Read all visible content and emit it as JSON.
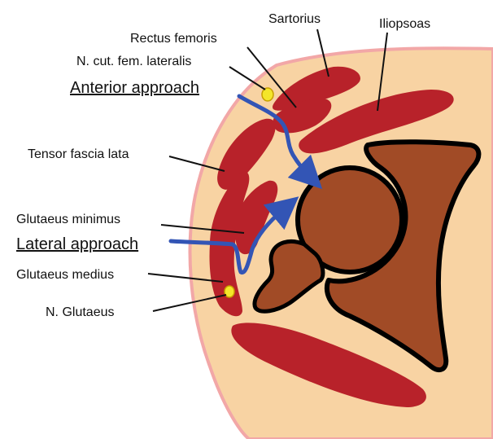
{
  "labels": {
    "sartorius": "Sartorius",
    "rectus_femoris": "Rectus femoris",
    "iliopsoas": "Iliopsoas",
    "n_cut_fem_lateralis": "N. cut. fem. lateralis",
    "anterior_approach": "Anterior approach",
    "tensor_fascia_lata": "Tensor fascia lata",
    "glutaeus_minimus": "Glutaeus minimus",
    "lateral_approach": "Lateral approach",
    "glutaeus_medius": "Glutaeus medius",
    "n_glutaeus": "N. Glutaeus"
  },
  "colors": {
    "skin": "#f8d3a3",
    "skin_outline": "#f2a7a7",
    "muscle": "#b8222a",
    "bone": "#a14b26",
    "nerve": "#f4e62a",
    "approach_arrow": "#3355b5",
    "outline": "#000000"
  }
}
